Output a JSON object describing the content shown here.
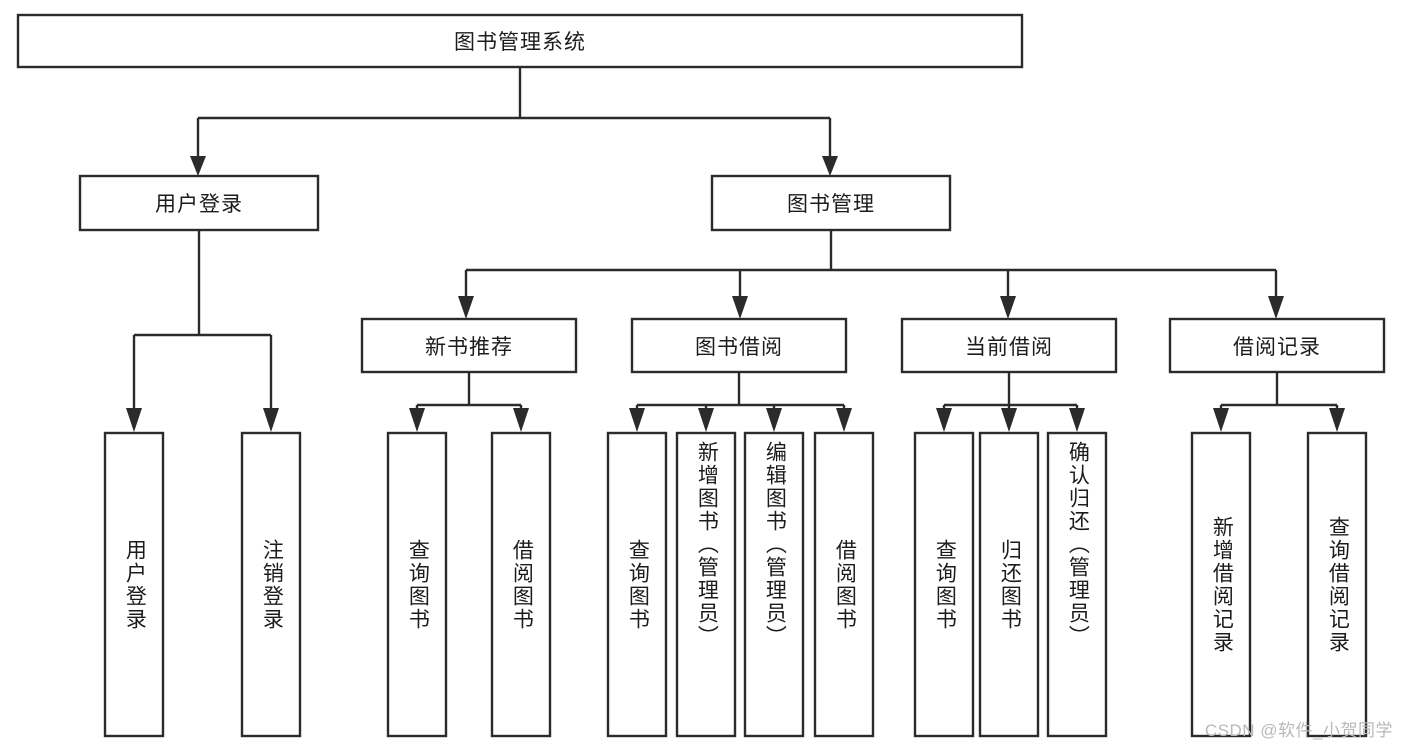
{
  "diagram": {
    "type": "hierarchy-tree",
    "title": "图书管理系统",
    "orientation": "top-down",
    "style": {
      "box_fill": "#ffffff",
      "box_stroke": "#2b2b2b",
      "text_color": "#1c1c1c",
      "background": "#ffffff",
      "watermark_color": "#b9b9b9"
    },
    "levels": [
      {
        "level": 1,
        "nodes": [
          {
            "id": "root",
            "label": "图书管理系统",
            "orientation": "horizontal"
          }
        ]
      },
      {
        "level": 2,
        "nodes": [
          {
            "id": "login",
            "label": "用户登录",
            "orientation": "horizontal",
            "parent": "root"
          },
          {
            "id": "bookmgmt",
            "label": "图书管理",
            "orientation": "horizontal",
            "parent": "root"
          }
        ]
      },
      {
        "level": 3,
        "nodes": [
          {
            "id": "newbook",
            "label": "新书推荐",
            "orientation": "horizontal",
            "parent": "bookmgmt"
          },
          {
            "id": "borrow",
            "label": "图书借阅",
            "orientation": "horizontal",
            "parent": "bookmgmt"
          },
          {
            "id": "current",
            "label": "当前借阅",
            "orientation": "horizontal",
            "parent": "bookmgmt"
          },
          {
            "id": "records",
            "label": "借阅记录",
            "orientation": "horizontal",
            "parent": "bookmgmt"
          }
        ]
      },
      {
        "level": 4,
        "nodes": [
          {
            "id": "leaf-1",
            "label": "用户登录",
            "orientation": "vertical",
            "parent": "login"
          },
          {
            "id": "leaf-2",
            "label": "注销登录",
            "orientation": "vertical",
            "parent": "login"
          },
          {
            "id": "leaf-3",
            "label": "查询图书",
            "orientation": "vertical",
            "parent": "newbook"
          },
          {
            "id": "leaf-4",
            "label": "借阅图书",
            "orientation": "vertical",
            "parent": "newbook"
          },
          {
            "id": "leaf-5",
            "label": "查询图书",
            "orientation": "vertical",
            "parent": "borrow"
          },
          {
            "id": "leaf-6",
            "label": "新增图书（管理员）",
            "orientation": "vertical",
            "parent": "borrow"
          },
          {
            "id": "leaf-7",
            "label": "编辑图书（管理员）",
            "orientation": "vertical",
            "parent": "borrow"
          },
          {
            "id": "leaf-8",
            "label": "借阅图书",
            "orientation": "vertical",
            "parent": "borrow"
          },
          {
            "id": "leaf-9",
            "label": "查询图书",
            "orientation": "vertical",
            "parent": "current"
          },
          {
            "id": "leaf-10",
            "label": "归还图书",
            "orientation": "vertical",
            "parent": "current"
          },
          {
            "id": "leaf-11",
            "label": "确认归还（管理员）",
            "orientation": "vertical",
            "parent": "current"
          },
          {
            "id": "leaf-12",
            "label": "新增借阅记录",
            "orientation": "vertical",
            "parent": "records"
          },
          {
            "id": "leaf-13",
            "label": "查询借阅记录",
            "orientation": "vertical",
            "parent": "records"
          }
        ]
      }
    ]
  },
  "watermark": {
    "text": "CSDN @软件_小贺同学"
  }
}
